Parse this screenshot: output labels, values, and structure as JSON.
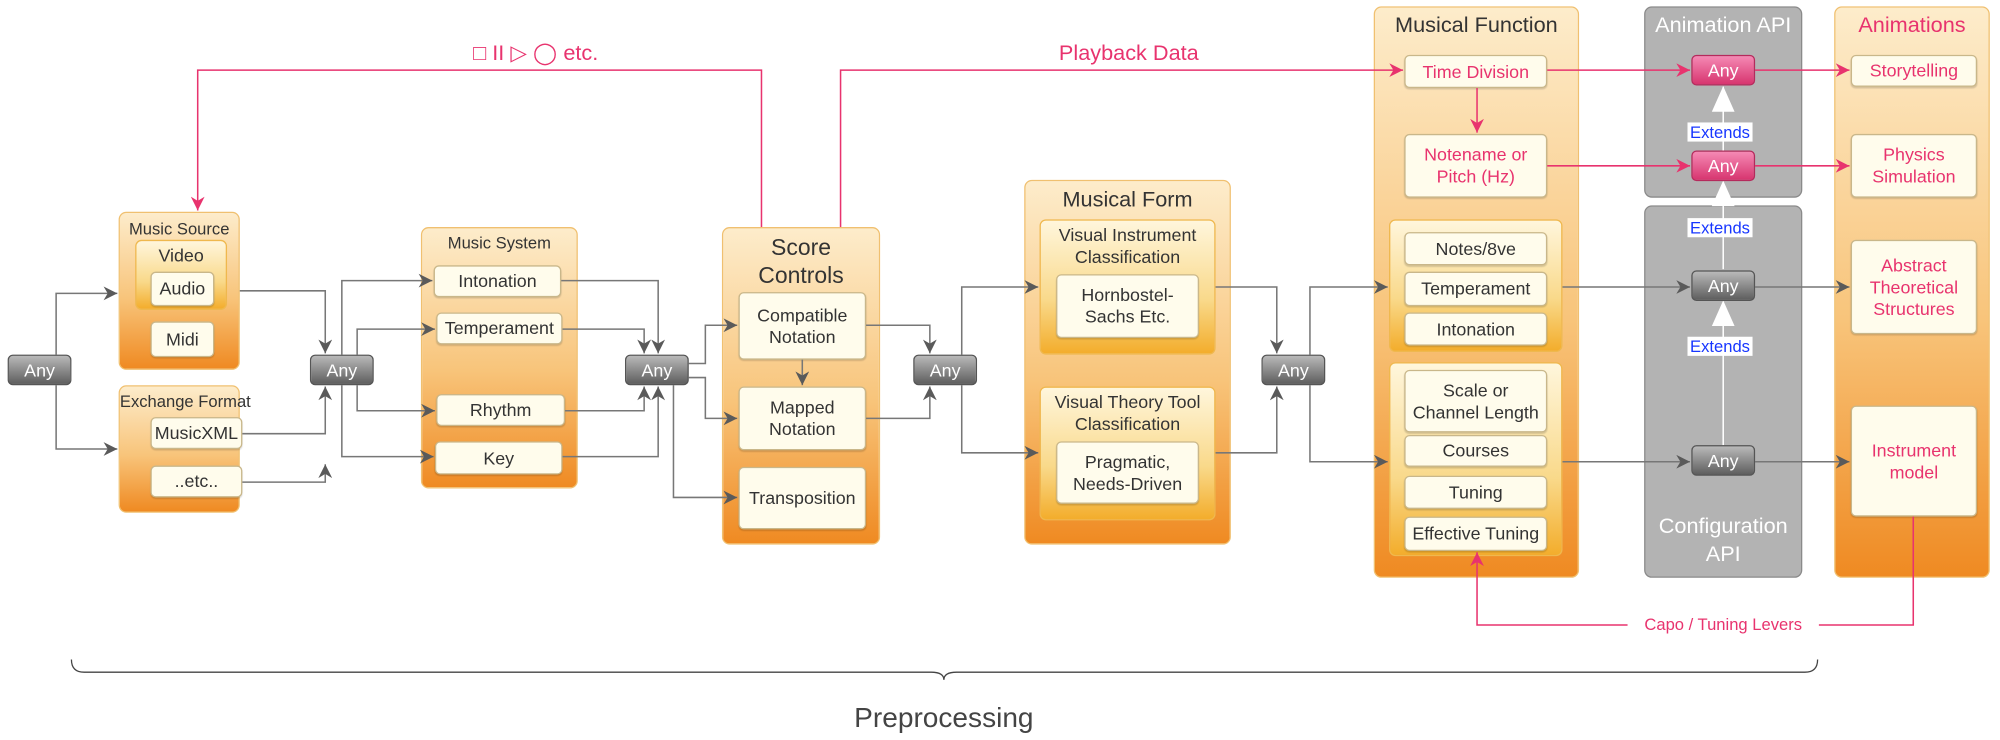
{
  "colors": {
    "accent_pink": "#e8336e",
    "connector_gray": "#666666",
    "extends_blue": "#1736ff",
    "group_orange": "#ef8a22",
    "api_gray": "#b3b3b3"
  },
  "labels": {
    "controls": "□ II ▷ ◯ etc.",
    "playback": "Playback Data",
    "capo": "Capo / Tuning Levers",
    "preprocessing": "Preprocessing",
    "any": "Any",
    "extends": "Extends"
  },
  "music_source": {
    "title": "Music Source",
    "video": "Video",
    "audio": "Audio",
    "midi": "Midi"
  },
  "exchange_format": {
    "title": "Exchange Format",
    "musicxml": "MusicXML",
    "etc": "..etc.."
  },
  "music_system": {
    "title": "Music System",
    "items": [
      "Intonation",
      "Temperament",
      "Rhythm",
      "Key"
    ]
  },
  "score_controls": {
    "title_line1": "Score",
    "title_line2": "Controls",
    "items": [
      "Compatible Notation",
      "Mapped Notation",
      "Transposition"
    ]
  },
  "musical_form": {
    "title": "Musical Form",
    "instrument_group": "Visual Instrument Classification",
    "instrument_item": "Hornbostel-Sachs Etc.",
    "theory_group": "Visual Theory Tool Classification",
    "theory_item": "Pragmatic, Needs-Driven"
  },
  "musical_function": {
    "title": "Musical Function",
    "time_division": "Time Division",
    "notename": "Notename or Pitch (Hz)",
    "group1": [
      "Notes/8ve",
      "Temperament",
      "Intonation"
    ],
    "group2": [
      "Scale or Channel Length",
      "Courses",
      "Tuning",
      "Effective Tuning"
    ]
  },
  "animation_api": {
    "title": "Animation API"
  },
  "configuration_api": {
    "title": "Configuration API"
  },
  "animations": {
    "title": "Animations",
    "items": [
      "Storytelling",
      "Physics Simulation",
      "Abstract Theoretical Structures",
      "Instrument model"
    ]
  }
}
